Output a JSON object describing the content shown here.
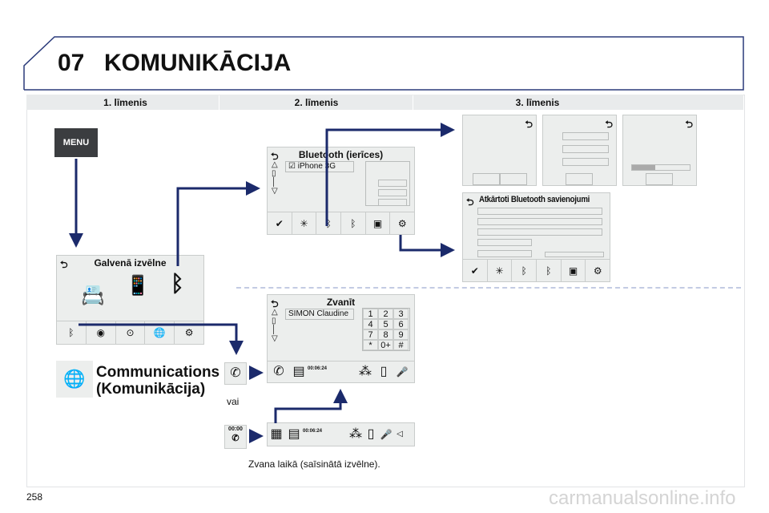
{
  "header": {
    "chapter": "07",
    "title": "KOMUNIKĀCIJA"
  },
  "columns": [
    "1. līmenis",
    "2. līmenis",
    "3. līmenis"
  ],
  "menu_button": "MENU",
  "main_menu": {
    "title": "Galvenā izvēlne"
  },
  "bluetooth": {
    "title": "Bluetooth (ierīces)",
    "device": "iPhone 3G"
  },
  "reconnect": {
    "title": "Atkārtoti Bluetooth savienojumi"
  },
  "call": {
    "title": "Zvanīt",
    "contact": "SIMON Claudine",
    "keys": [
      "1",
      "2",
      "3",
      "4",
      "5",
      "6",
      "7",
      "8",
      "9",
      "*",
      "0+",
      "#"
    ],
    "timer": "00:06:24"
  },
  "communications": {
    "line1": "Communications",
    "line2": "(Komunikācija)"
  },
  "or_label": "vai",
  "call_icon_timer": "00:00",
  "caption": "Zvana laikā (saīsinātā izvēlne).",
  "page_number": "258",
  "watermark": "carmanualsonline.info",
  "colors": {
    "arrow": "#1b2a6b",
    "frame": "#2a3a7a"
  }
}
